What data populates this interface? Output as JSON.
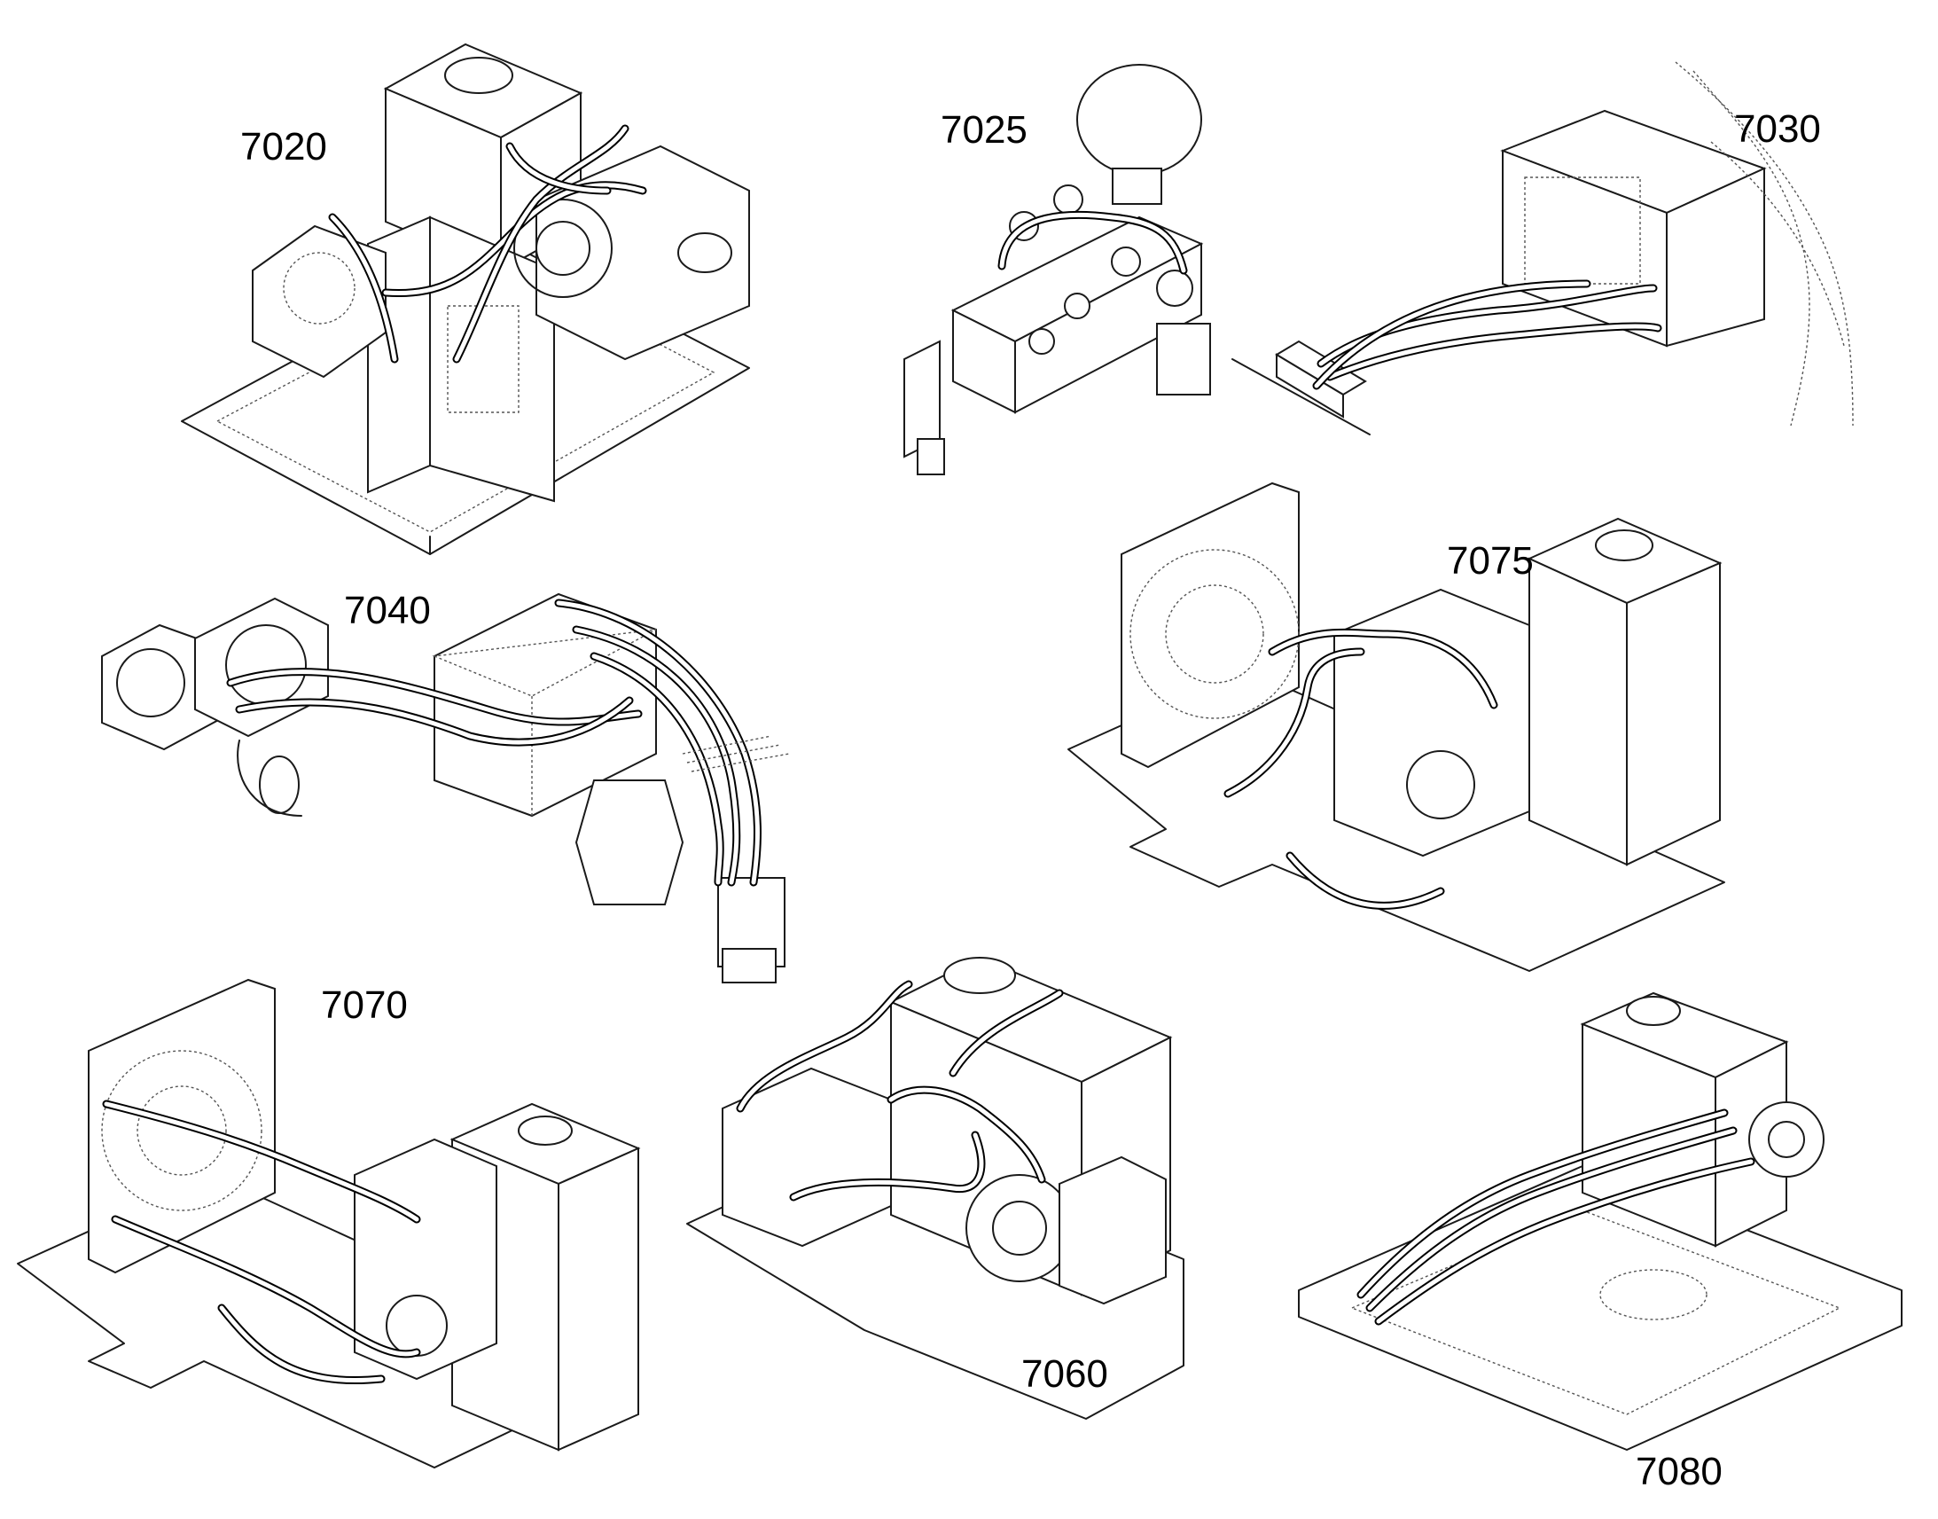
{
  "diagram": {
    "labels": {
      "7020": "7020",
      "7025": "7025",
      "7030": "7030",
      "7040": "7040",
      "7075": "7075",
      "7070": "7070",
      "7060": "7060",
      "7080": "7080"
    }
  }
}
